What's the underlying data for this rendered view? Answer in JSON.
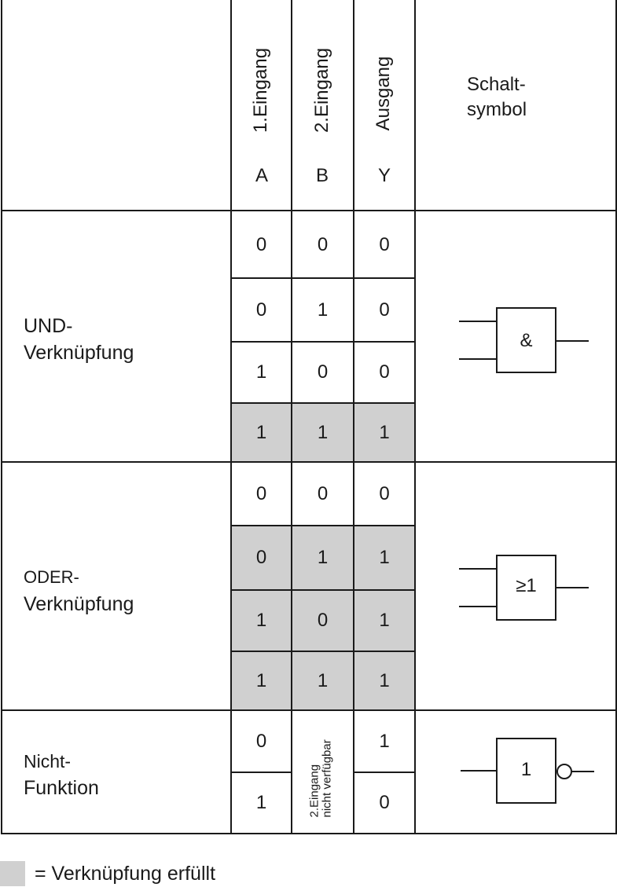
{
  "header": {
    "col_a_title": "1.Eingang",
    "col_b_title": "2.Eingang",
    "col_y_title": "Ausgang",
    "col_a_letter": "A",
    "col_b_letter": "B",
    "col_y_letter": "Y",
    "symbol_title_1": "Schalt-",
    "symbol_title_2": "symbol"
  },
  "und": {
    "label_1": "UND-",
    "label_2": "Verknüpfung",
    "gate_text": "&",
    "rows": [
      {
        "a": "0",
        "b": "0",
        "y": "0",
        "fulfilled": false
      },
      {
        "a": "0",
        "b": "1",
        "y": "0",
        "fulfilled": false
      },
      {
        "a": "1",
        "b": "0",
        "y": "0",
        "fulfilled": false
      },
      {
        "a": "1",
        "b": "1",
        "y": "1",
        "fulfilled": true
      }
    ]
  },
  "oder": {
    "label_1": "ODER-",
    "label_2": "Verknüpfung",
    "gate_text": "≥1",
    "rows": [
      {
        "a": "0",
        "b": "0",
        "y": "0",
        "fulfilled": false
      },
      {
        "a": "0",
        "b": "1",
        "y": "1",
        "fulfilled": true
      },
      {
        "a": "1",
        "b": "0",
        "y": "1",
        "fulfilled": true
      },
      {
        "a": "1",
        "b": "1",
        "y": "1",
        "fulfilled": true
      }
    ]
  },
  "nicht": {
    "label_1": "Nicht-",
    "label_2": "Funktion",
    "gate_text": "1",
    "b_unavailable_1": "2.Eingang",
    "b_unavailable_2": "nicht verfügbar",
    "rows": [
      {
        "a": "0",
        "y": "1"
      },
      {
        "a": "1",
        "y": "0"
      }
    ]
  },
  "legend": {
    "text": "= Verknüpfung erfüllt",
    "swatch_color": "#d0d0d0"
  }
}
